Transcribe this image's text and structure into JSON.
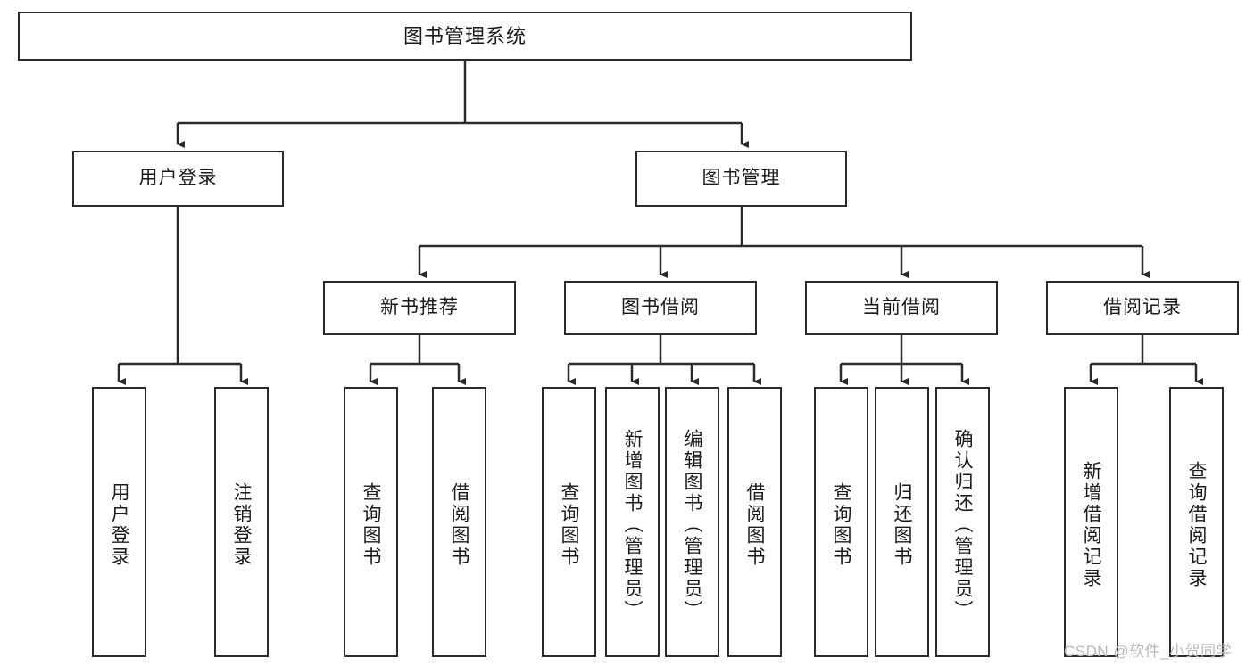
{
  "diagram": {
    "title": "图书管理系统",
    "watermark": "CSDN @软件_小贺同学",
    "colors": {
      "box_border": "#2b2b2b",
      "box_fill": "#ffffff",
      "connector": "#2b2b2b",
      "text": "#1a1a1a",
      "watermark": "#b9b9b9",
      "background": "#ffffff"
    },
    "root": {
      "label": "图书管理系统"
    },
    "level2": [
      {
        "label": "用户登录"
      },
      {
        "label": "图书管理"
      }
    ],
    "level3": [
      {
        "label": "新书推荐"
      },
      {
        "label": "图书借阅"
      },
      {
        "label": "当前借阅"
      },
      {
        "label": "借阅记录"
      }
    ],
    "leaves": {
      "user_login": [
        {
          "label": "用户登录"
        },
        {
          "label": "注销登录"
        }
      ],
      "new_book_recommend": [
        {
          "label": "查询图书"
        },
        {
          "label": "借阅图书"
        }
      ],
      "book_borrow": [
        {
          "label": "查询图书"
        },
        {
          "label": "新增图书（管理员）"
        },
        {
          "label": "编辑图书（管理员）"
        },
        {
          "label": "借阅图书"
        }
      ],
      "current_borrow": [
        {
          "label": "查询图书"
        },
        {
          "label": "归还图书"
        },
        {
          "label": "确认归还（管理员）"
        }
      ],
      "borrow_record": [
        {
          "label": "新增借阅记录"
        },
        {
          "label": "查询借阅记录"
        }
      ]
    }
  }
}
